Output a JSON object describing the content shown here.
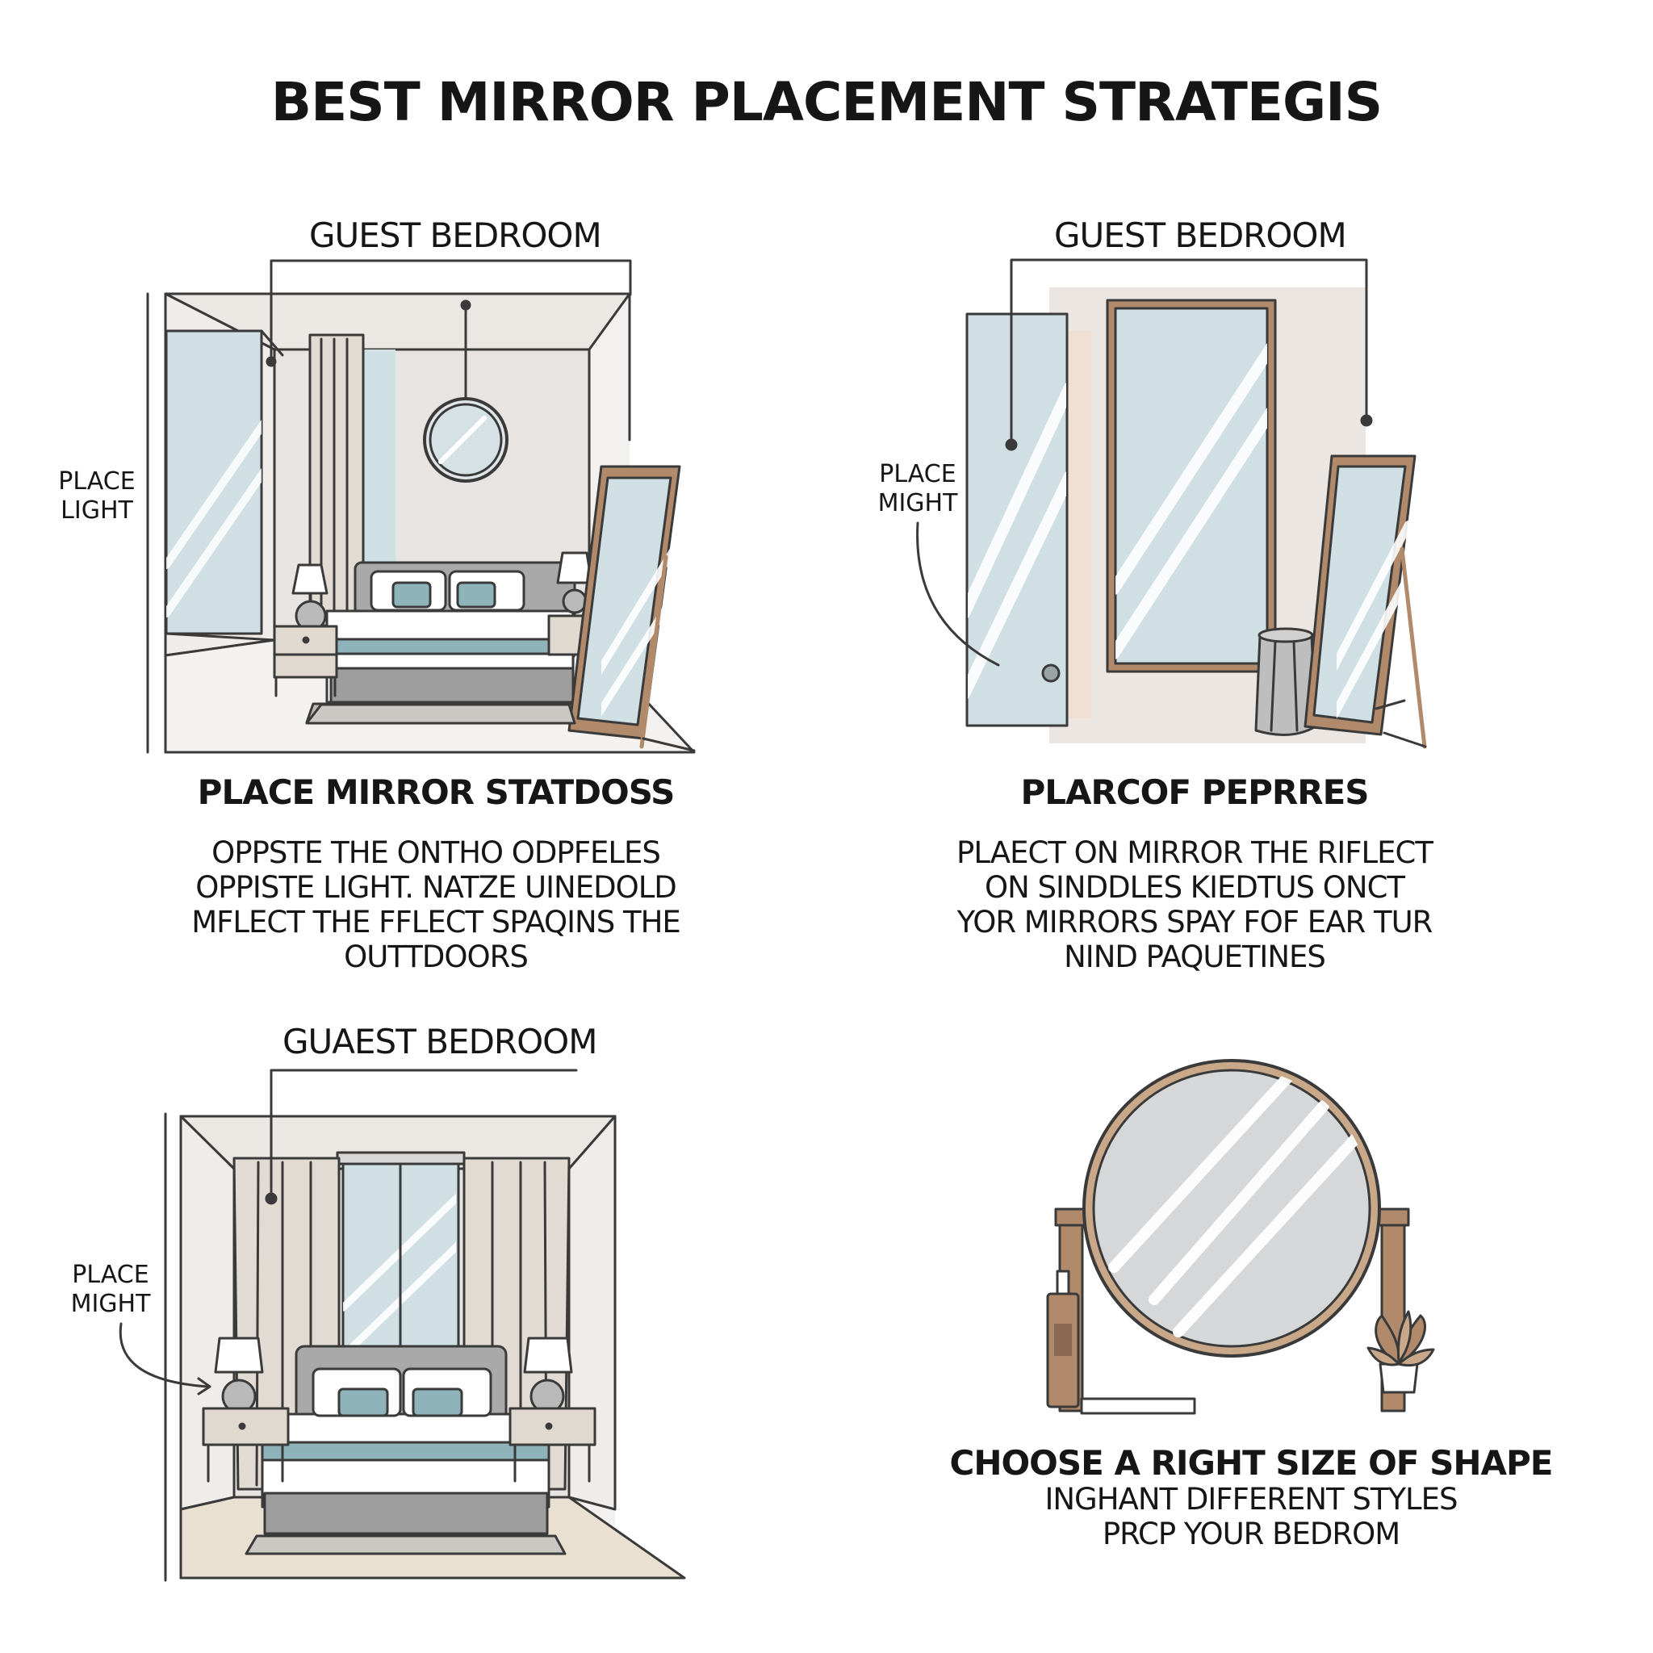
{
  "title": "BEST MIRROR PLACEMENT STRATEGIS",
  "panels": [
    {
      "room_label": "GUEST BEDROOM",
      "side_label_lines": [
        "PLACE",
        "LIGHT"
      ],
      "heading": "PLACE MIRROR STATDOSS",
      "body_lines": [
        "OPPSTE THE ONTHO ODPFELES",
        "OPPISTE LIGHT. NATZE UINEDOLD",
        "MFLECT THE FFLECT SPAQINS THE",
        "OUTTDOORS"
      ]
    },
    {
      "room_label": "GUEST BEDROOM",
      "side_label_lines": [
        "PLACE",
        "MIGHT"
      ],
      "heading": "PLARCOF PEPRRES",
      "body_lines": [
        "PLAECT ON MIRROR THE RIFLECT",
        "ON SINDDLES KIEDTUS ONCT",
        "YOR MIRRORS SPAY FOF EAR TUR",
        "NIND PAQUETINES"
      ]
    },
    {
      "room_label": "GUAEST BEDROOM",
      "side_label_lines": [
        "PLACE",
        "MIGHT"
      ]
    },
    {
      "heading": "CHOOSE A RIGHT SIZE OF SHAPE",
      "body_lines": [
        "INGHANT DIFFERENT STYLES",
        "PRCP YOUR BEDROM"
      ]
    }
  ],
  "colors": {
    "outline": "#3a3a3a",
    "wall": "#e8e4e1",
    "glass": "#cfdfe3",
    "teal": "#8fb3ba",
    "wood": "#b08a6a",
    "rug": "#d8cdbd"
  },
  "icons": [
    "window-icon",
    "round-mirror-icon",
    "floor-mirror-icon",
    "bed-icon",
    "lamp-icon",
    "nightstand-icon",
    "door-mirror-icon",
    "wall-mirror-icon",
    "side-table-icon",
    "curtain-icon",
    "tabletop-mirror-icon",
    "candle-icon",
    "plant-icon"
  ]
}
